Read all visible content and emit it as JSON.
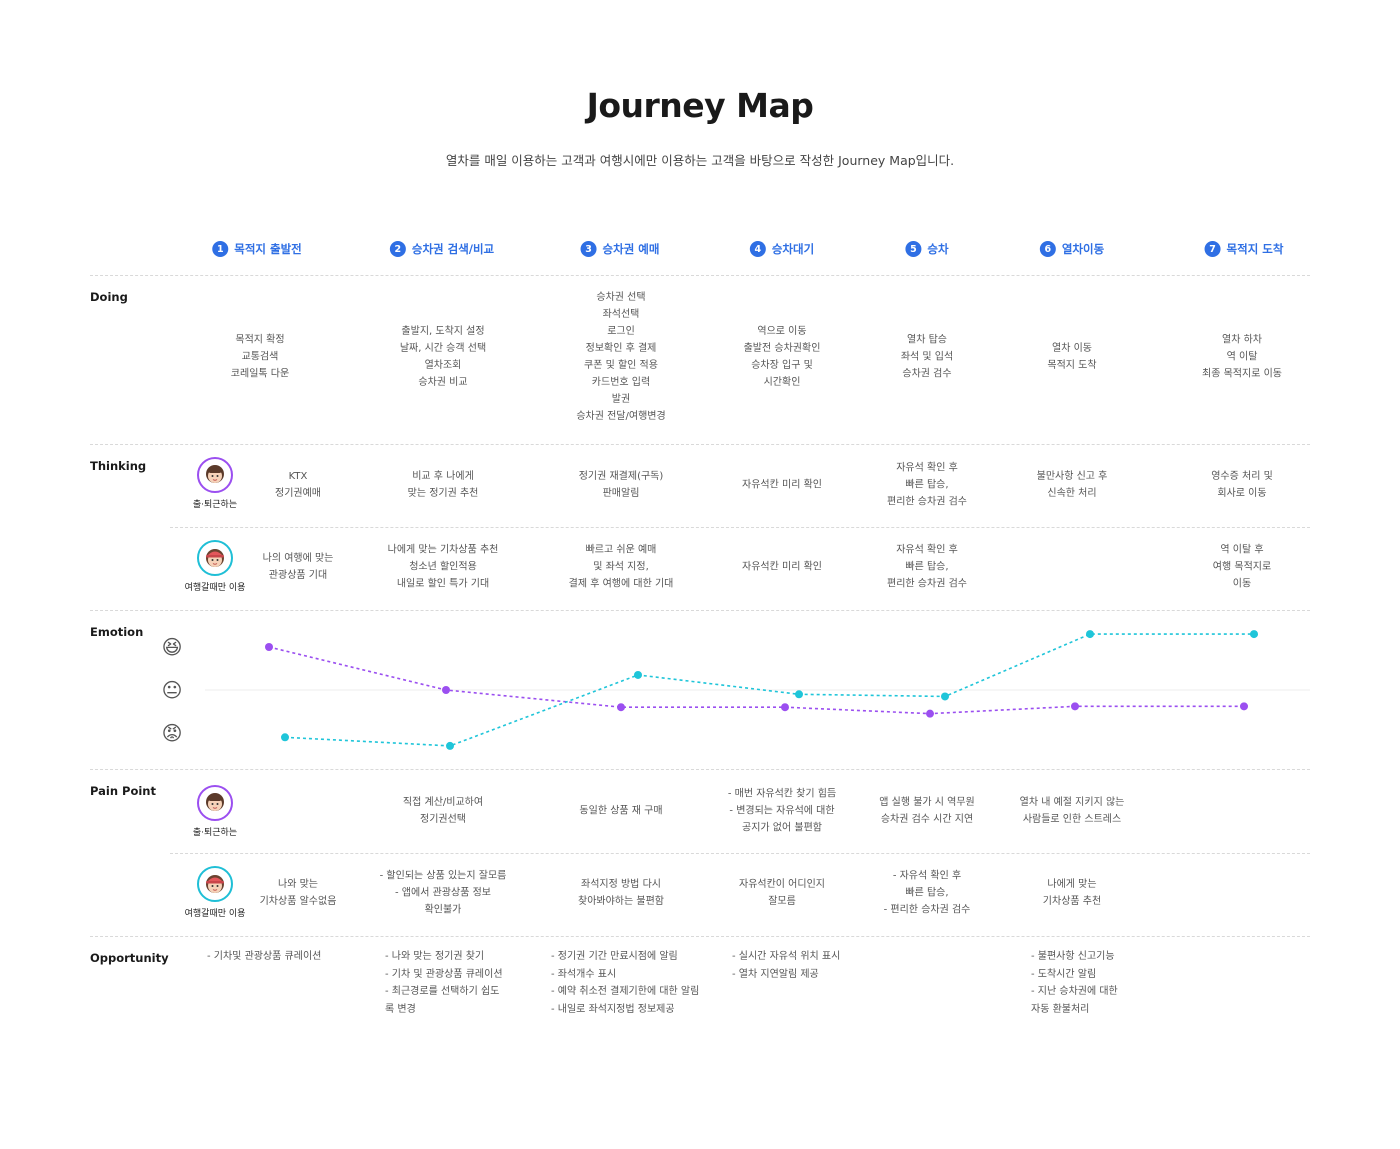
{
  "title": "Journey Map",
  "subtitle": "열차를 매일 이용하는 고객과 여행시에만 이용하는 고객을 바탕으로 작성한 Journey Map입니다.",
  "stages": [
    {
      "num": "1",
      "label": "목적지 출발전"
    },
    {
      "num": "2",
      "label": "승차권 검색/비교"
    },
    {
      "num": "3",
      "label": "승차권 예매"
    },
    {
      "num": "4",
      "label": "승차대기"
    },
    {
      "num": "5",
      "label": "승차"
    },
    {
      "num": "6",
      "label": "열차이동"
    },
    {
      "num": "7",
      "label": "목적지 도착"
    }
  ],
  "sections": {
    "doing": "Doing",
    "thinking": "Thinking",
    "emotion": "Emotion",
    "pain_point": "Pain Point",
    "opportunity": "Opportunity"
  },
  "personas": {
    "commuter": {
      "label": "출·퇴근하는",
      "icon": "girl-avatar-icon"
    },
    "traveler": {
      "label": "여행갈때만 이용",
      "icon": "girl-with-cap-avatar-icon"
    }
  },
  "doing": [
    [
      "목적지 확정",
      "교통검색",
      "코레일톡 다운"
    ],
    [
      "출발지, 도착지 설정",
      "날짜, 시간 승객 선택",
      "열차조회",
      "승차권 비교"
    ],
    [
      "승차권 선택",
      "좌석선택",
      "로그인",
      "정보확인 후 결제",
      "쿠폰 및 할인 적용",
      "카드번호 입력",
      "발권",
      "승차권 전달/여행변경"
    ],
    [
      "역으로 이동",
      "출발전 승차권확인",
      "승차장 입구 및",
      "시간확인"
    ],
    [
      "열차 탑승",
      "좌석 및 입석",
      "승차권 검수"
    ],
    [
      "열차 이동",
      "목적지 도착"
    ],
    [
      "열차 하차",
      "역 이탈",
      "최종 목적지로 이동"
    ]
  ],
  "thinking_commuter": [
    [
      "KTX",
      "정기권예매"
    ],
    [
      "비교 후 나에게",
      "맞는 정기권 추천"
    ],
    [
      "정기권 재결제(구독)",
      "판매알림"
    ],
    [
      "자유석칸 미리 확인"
    ],
    [
      "자유석 확인 후",
      "빠른 탑승,",
      "편리한 승차권 검수"
    ],
    [
      "불만사항 신고 후",
      "신속한 처리"
    ],
    [
      "영수증 처리 및",
      "회사로 이동"
    ]
  ],
  "thinking_traveler": [
    [
      "나의 여행에 맞는",
      "관광상품 기대"
    ],
    [
      "나에게 맞는 기차상품 추천",
      "청소년 할인적용",
      "내일로 할인 특가 기대"
    ],
    [
      "빠르고 쉬운 예매",
      "및 좌석 지정,",
      "결제 후 여행에 대한 기대"
    ],
    [
      "자유석칸 미리 확인"
    ],
    [
      "자유석 확인 후",
      "빠른 탑승,",
      "편리한 승차권 검수"
    ],
    [],
    [
      "역 이탈 후",
      "여행 목적지로",
      "이동"
    ]
  ],
  "emotion_icons": [
    "laughing-face-icon",
    "neutral-face-icon",
    "angry-face-icon"
  ],
  "emotion_glyphs": [
    "😆",
    "😐",
    "😡"
  ],
  "chart_data": {
    "type": "line",
    "categories": [
      "목적지 출발전",
      "승차권 검색/비교",
      "승차권 예매",
      "승차대기",
      "승차",
      "열차이동",
      "목적지 도착"
    ],
    "ylim": [
      -1,
      1
    ],
    "y_scale_icons": [
      "😆",
      "😐",
      "😡"
    ],
    "series": [
      {
        "values": [
          1.0,
          0.0,
          -0.4,
          -0.4,
          -0.55,
          -0.38,
          -0.38
        ],
        "color": "#9b4ff0"
      },
      {
        "values": [
          -1.1,
          -1.3,
          0.35,
          -0.1,
          -0.15,
          1.3,
          1.3
        ],
        "color": "#1fc5d9"
      }
    ]
  },
  "pain_commuter": [
    [],
    [
      "직접 계산/비교하여",
      "정기권선택"
    ],
    [
      "동일한 상품 재 구매"
    ],
    [
      "- 매번 자유석칸 찾기 힘듬",
      "-  변경되는 자유석에 대한",
      "공지가 없어 불편함"
    ],
    [
      "앱 실행 불가 시 역무원",
      "승차권 검수 시간 지연"
    ],
    [
      "열차 내 예절 지키지 않는",
      "사람들로 인한 스트레스"
    ],
    []
  ],
  "pain_traveler": [
    [
      "나와 맞는",
      "기차상품 알수없음"
    ],
    [
      "- 할인되는 상품 있는지 잘모름",
      "- 앱에서 관광상품 정보",
      "확인불가"
    ],
    [
      "좌석지정 방법 다시",
      "찾아봐야하는 불편함"
    ],
    [
      "자유석칸이 어디인지",
      "잘모름"
    ],
    [
      "- 자유석 확인 후",
      "빠른 탑승,",
      "- 편리한 승차권 검수"
    ],
    [
      "나에게 맞는",
      "기차상품 추천"
    ],
    []
  ],
  "opportunity": [
    [
      "- 기차및 관광상품 큐레이션"
    ],
    [
      "- 나와 맞는 정기권 찾기",
      "- 기차 및 관광상품 큐레이션",
      "- 최근경로를 선택하기 쉽도",
      "록 변경"
    ],
    [
      "- 정기권 기간 만료시점에 알림",
      "- 좌석개수 표시",
      "- 예약 취소전 결제기한에 대한 알림",
      "- 내일로 좌석지정법 정보제공"
    ],
    [
      "- 실시간 자유석 위치 표시",
      "- 열차 지연알림 제공"
    ],
    [],
    [
      "- 불편사항 신고기능",
      "- 도착시간 알림",
      "- 지난 승차권에 대한",
      "자동 환불처리"
    ],
    []
  ]
}
